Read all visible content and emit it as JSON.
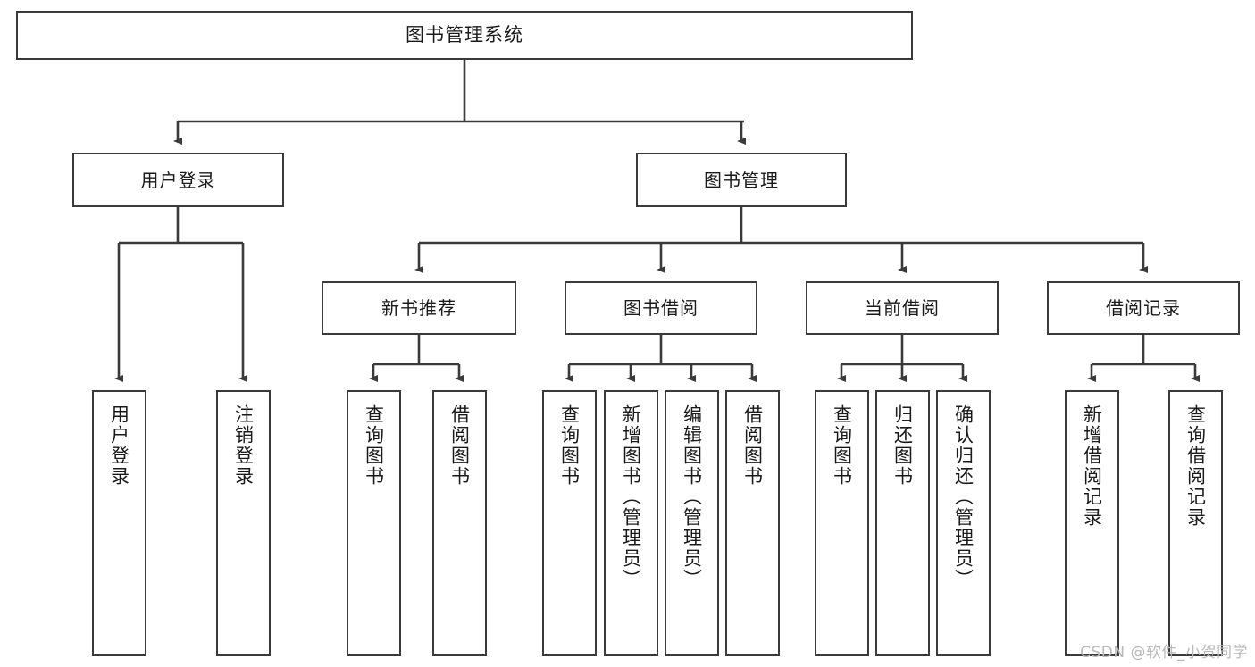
{
  "diagram": {
    "title": "图书管理系统",
    "type": "hierarchy-tree",
    "root": {
      "id": "root",
      "label": "图书管理系统"
    },
    "level2": [
      {
        "id": "user-login",
        "label": "用户登录"
      },
      {
        "id": "book-management",
        "label": "图书管理"
      }
    ],
    "level3": [
      {
        "id": "new-book-recommend",
        "label": "新书推荐",
        "parent": "book-management"
      },
      {
        "id": "book-borrow",
        "label": "图书借阅",
        "parent": "book-management"
      },
      {
        "id": "current-borrow",
        "label": "当前借阅",
        "parent": "book-management"
      },
      {
        "id": "borrow-record",
        "label": "借阅记录",
        "parent": "book-management"
      }
    ],
    "leaves": {
      "user-login": [
        {
          "id": "leaf-user-login",
          "label": "用户登录"
        },
        {
          "id": "leaf-user-logout",
          "label": "注销登录"
        }
      ],
      "new-book-recommend": [
        {
          "id": "leaf-query-book-1",
          "label": "查询图书"
        },
        {
          "id": "leaf-borrow-book-1",
          "label": "借阅图书"
        }
      ],
      "book-borrow": [
        {
          "id": "leaf-query-book-2",
          "label": "查询图书"
        },
        {
          "id": "leaf-add-book",
          "label": "新增图书（管理员）"
        },
        {
          "id": "leaf-edit-book",
          "label": "编辑图书（管理员）"
        },
        {
          "id": "leaf-borrow-book-2",
          "label": "借阅图书"
        }
      ],
      "current-borrow": [
        {
          "id": "leaf-query-book-3",
          "label": "查询图书"
        },
        {
          "id": "leaf-return-book",
          "label": "归还图书"
        },
        {
          "id": "leaf-confirm-return",
          "label": "确认归还（管理员）"
        }
      ],
      "borrow-record": [
        {
          "id": "leaf-add-record",
          "label": "新增借阅记录"
        },
        {
          "id": "leaf-query-record",
          "label": "查询借阅记录"
        }
      ]
    },
    "colors": {
      "stroke": "#3a3a3a",
      "background": "#ffffff",
      "text": "#1a1a1a",
      "watermark": "#b9b9b9"
    }
  },
  "watermark": {
    "text": "CSDN @软件_小贺同学"
  }
}
